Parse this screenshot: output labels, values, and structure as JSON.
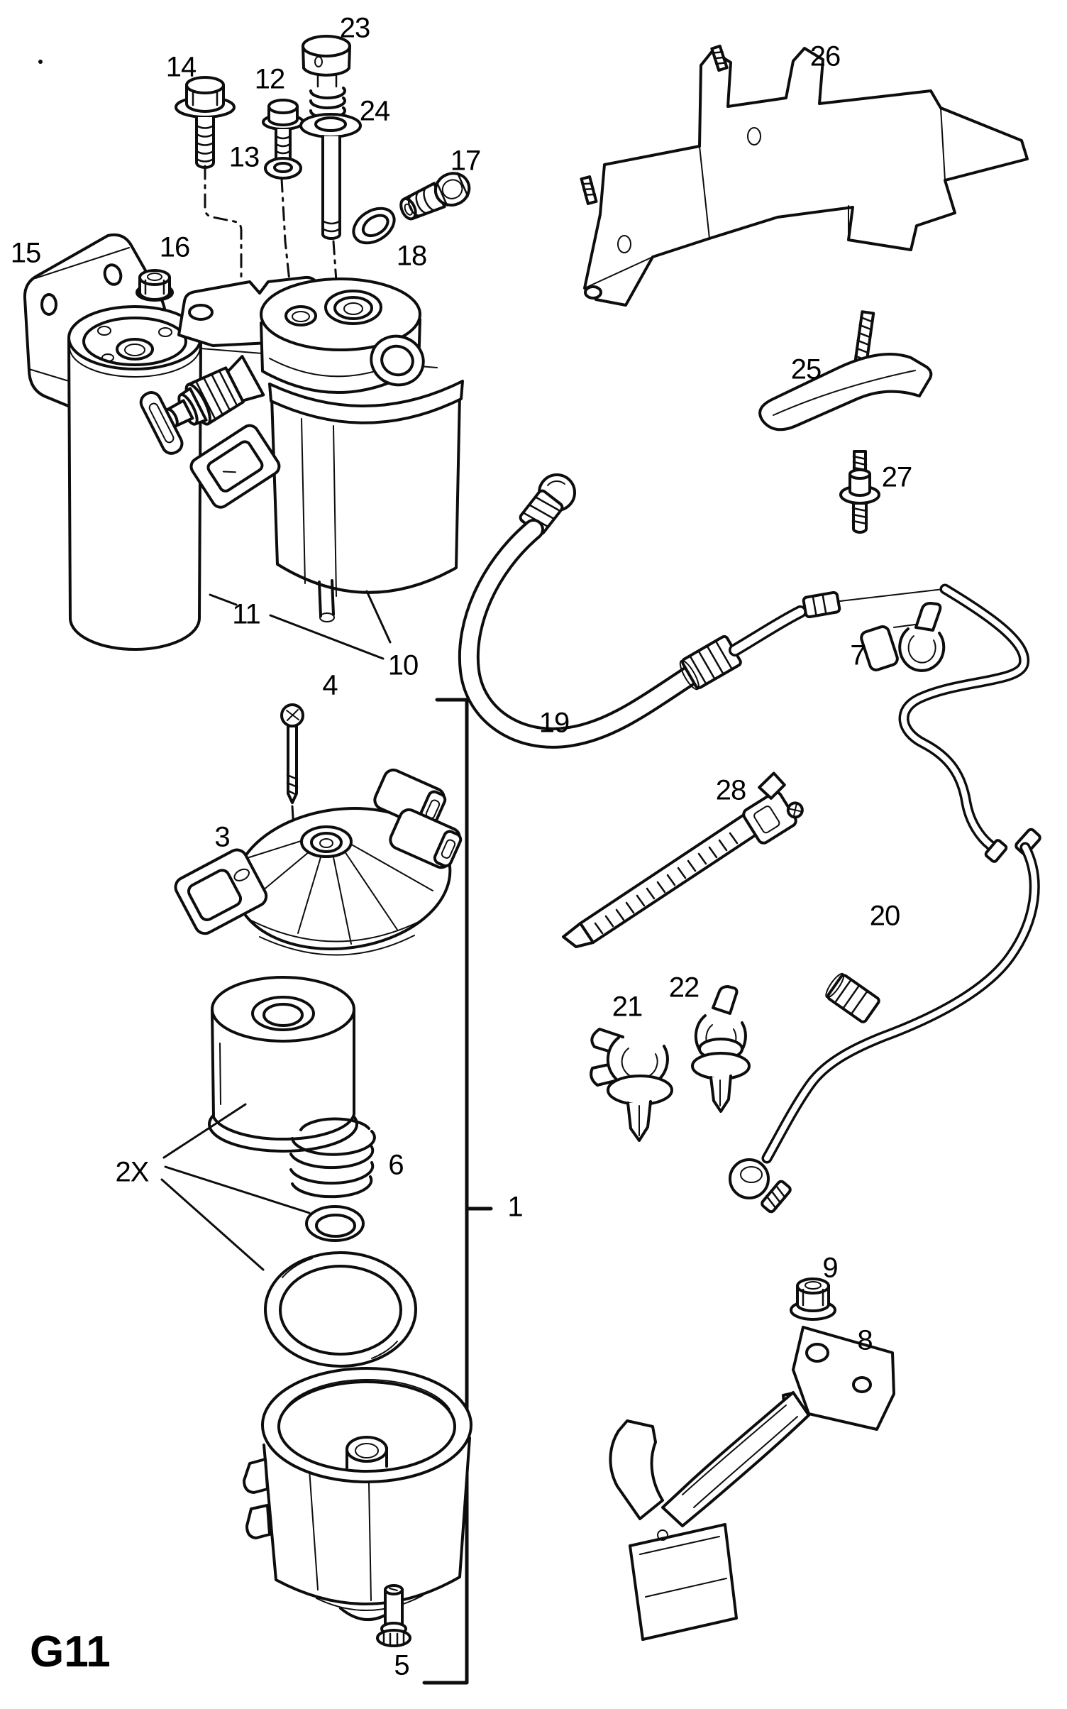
{
  "figure_code": "G11",
  "parts": {
    "1": {
      "label": "1"
    },
    "2x": {
      "label": "2X"
    },
    "3": {
      "label": "3"
    },
    "4": {
      "label": "4"
    },
    "5": {
      "label": "5"
    },
    "6": {
      "label": "6"
    },
    "7": {
      "label": "7"
    },
    "8": {
      "label": "8"
    },
    "9": {
      "label": "9"
    },
    "10": {
      "label": "10"
    },
    "11": {
      "label": "11"
    },
    "12": {
      "label": "12"
    },
    "13": {
      "label": "13"
    },
    "14": {
      "label": "14"
    },
    "15": {
      "label": "15"
    },
    "16": {
      "label": "16"
    },
    "17": {
      "label": "17"
    },
    "18": {
      "label": "18"
    },
    "19": {
      "label": "19"
    },
    "20": {
      "label": "20"
    },
    "21": {
      "label": "21"
    },
    "22": {
      "label": "22"
    },
    "23": {
      "label": "23"
    },
    "24": {
      "label": "24"
    },
    "25": {
      "label": "25"
    },
    "26": {
      "label": "26"
    },
    "27": {
      "label": "27"
    },
    "28": {
      "label": "28"
    }
  }
}
